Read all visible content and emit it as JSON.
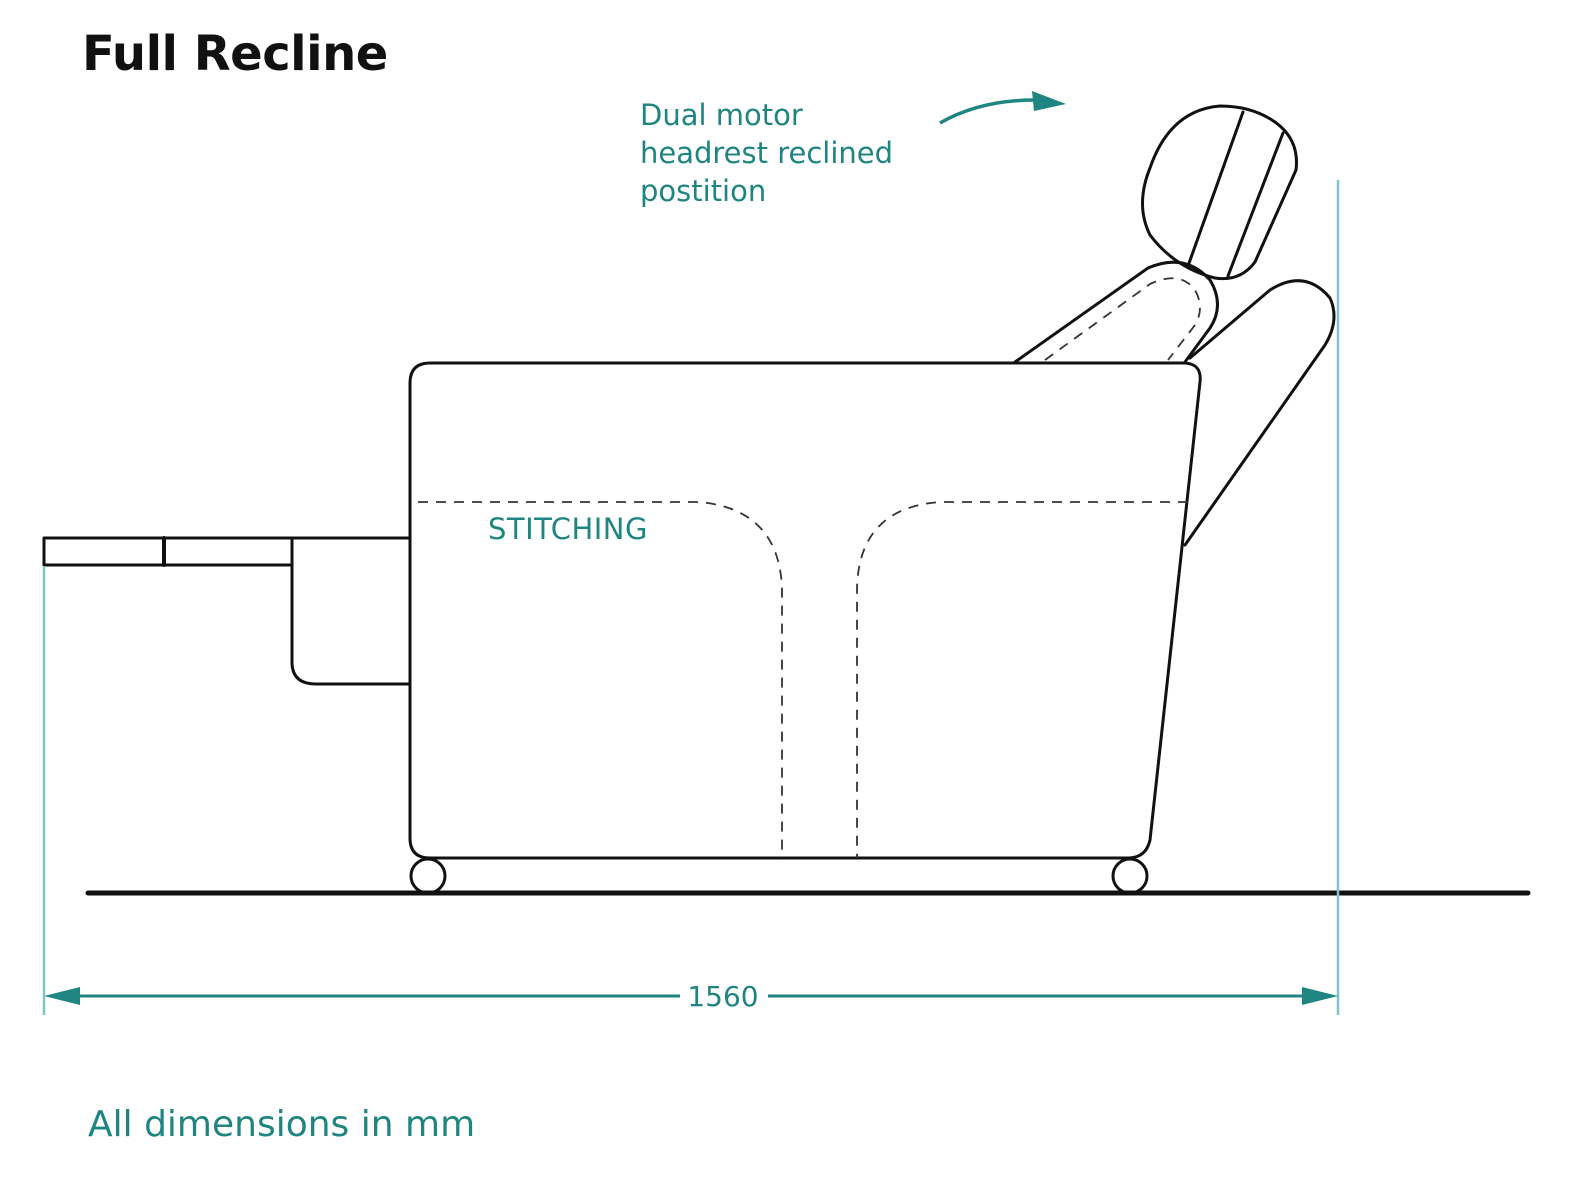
{
  "title": "Full Recline",
  "annotation": {
    "lines": [
      "Dual motor",
      "headrest reclined",
      "postition"
    ]
  },
  "stitching_label": "STITCHING",
  "dimension": {
    "value": "1560"
  },
  "footnote": "All dimensions in mm",
  "colors": {
    "line": "#111111",
    "accent": "#1f8580",
    "guide": "#7fc6c9"
  }
}
